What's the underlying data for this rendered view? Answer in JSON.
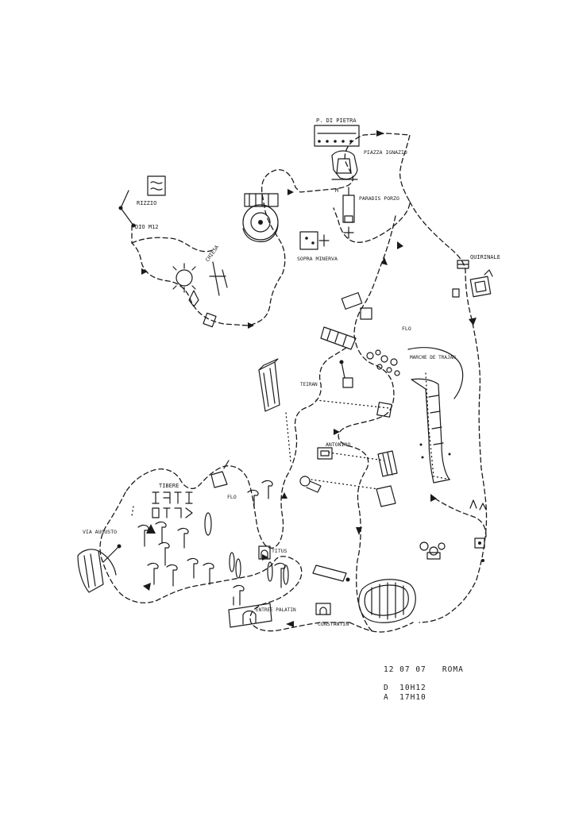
{
  "map": {
    "labels": {
      "p_di_pietra": "P. DI PIETRA",
      "piazza_ignazio": "PIAZZA IGNAZIO",
      "paradis_porzo": "PARADIS PORZO",
      "rizzio": "RIZZIO",
      "dio_m12": "DIO M12",
      "chiesa": "CHIESA",
      "sopra_minerva": "SOPRA MINERVA",
      "quirinale": "QUIRINALE",
      "flo_1": "FLO",
      "marche_traian": "MARCHE DE TRAJAN",
      "teiran": "TEIRAN",
      "antonino": "ANTONINO",
      "tibere": "TIBERE",
      "flo_2": "FLO",
      "via_augusto": "VIA AUGUSTO",
      "titus": "TITUS",
      "entree_palatin": "ENTREE PALATIN",
      "constantin": "CONSTANTIN",
      "m_mark": "M"
    }
  },
  "trip": {
    "date_line": "12 07 07   ROMA",
    "departure_line": "D  10H12",
    "arrival_line": "A  17H10"
  }
}
